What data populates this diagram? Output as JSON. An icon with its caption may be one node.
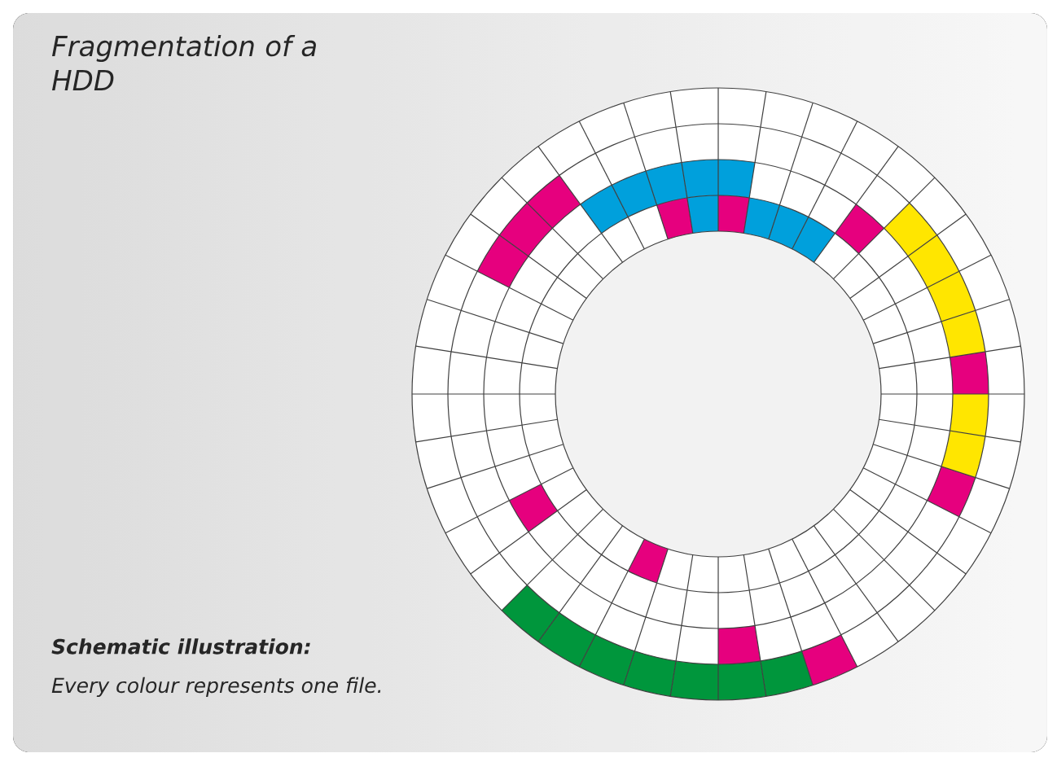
{
  "diagram": {
    "title": "Fragmentation of a HDD",
    "labels": [
      "**Schematic illustration:**",
      "Every colour represents one file."
    ]
  }
}
